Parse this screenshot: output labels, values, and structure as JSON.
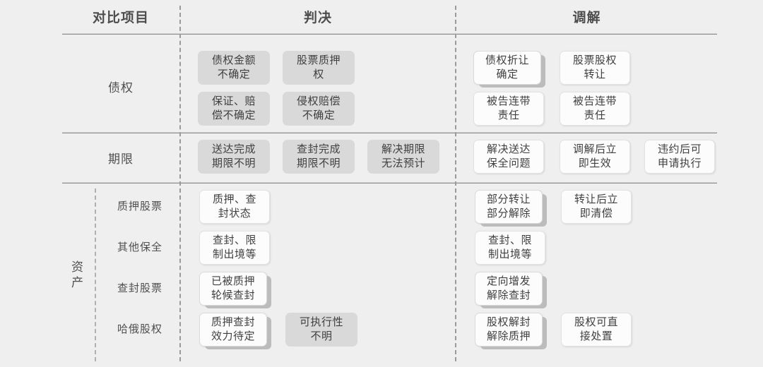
{
  "table": {
    "columns": [
      {
        "id": "compare",
        "label": "对比项目"
      },
      {
        "id": "judgment",
        "label": "判决"
      },
      {
        "id": "mediation",
        "label": "调解"
      }
    ],
    "rows": [
      {
        "id": "claims",
        "label": "债权",
        "judgment": [
          {
            "text": "债权金额\n不确定",
            "style": "grey"
          },
          {
            "text": "股票质押\n权",
            "style": "grey"
          },
          {
            "text": "保证、赔\n偿不确定",
            "style": "grey"
          },
          {
            "text": "侵权赔偿\n不确定",
            "style": "grey"
          }
        ],
        "mediation": [
          {
            "text": "债权折让\n确定",
            "style": "shadowed"
          },
          {
            "text": "股票股权\n转让",
            "style": "white"
          },
          {
            "text": "被告连带\n责任",
            "style": "white"
          },
          {
            "text": "被告连带\n责任",
            "style": "white"
          }
        ]
      },
      {
        "id": "deadline",
        "label": "期限",
        "judgment": [
          {
            "text": "送达完成\n期限不明",
            "style": "grey"
          },
          {
            "text": "查封完成\n期限不明",
            "style": "grey"
          },
          {
            "text": "解决期限\n无法预计",
            "style": "grey"
          }
        ],
        "mediation": [
          {
            "text": "解决送达\n保全问题",
            "style": "white"
          },
          {
            "text": "调解后立\n即生效",
            "style": "white"
          },
          {
            "text": "违约后可\n申请执行",
            "style": "white"
          }
        ]
      },
      {
        "id": "assets",
        "label": "资产",
        "subrows": [
          {
            "id": "pledged-shares",
            "label": "质押股票",
            "judgment": [
              {
                "text": "质押、查\n封状态",
                "style": "white"
              }
            ],
            "mediation": [
              {
                "text": "部分转让\n部分解除",
                "style": "shadowed"
              },
              {
                "text": "转让后立\n即清偿",
                "style": "white"
              }
            ]
          },
          {
            "id": "other-preservation",
            "label": "其他保全",
            "judgment": [
              {
                "text": "查封、限\n制出境等",
                "style": "white"
              }
            ],
            "mediation": [
              {
                "text": "查封、限\n制出境等",
                "style": "white"
              }
            ]
          },
          {
            "id": "sealed-shares",
            "label": "查封股票",
            "judgment": [
              {
                "text": "已被质押\n轮候查封",
                "style": "shadowed"
              }
            ],
            "mediation": [
              {
                "text": "定向增发\n解除查封",
                "style": "shadowed"
              }
            ]
          },
          {
            "id": "haer-equity",
            "label": "哈俄股权",
            "judgment": [
              {
                "text": "质押查封\n效力待定",
                "style": "shadowed"
              },
              {
                "text": "可执行性\n不明",
                "style": "grey"
              }
            ],
            "mediation": [
              {
                "text": "股权解封\n解除质押",
                "style": "shadowed"
              },
              {
                "text": "股权可直\n接处置",
                "style": "white"
              }
            ]
          }
        ]
      }
    ]
  },
  "colors": {
    "background": "#efefef",
    "rule": "#8a8a8a",
    "dashed_divider": "#9a9a9a",
    "chip_grey": "#d9d9d9",
    "chip_white": "#fcfcfc",
    "chip_shadow": "#bcbcbc",
    "text": "#4a4a4a"
  }
}
